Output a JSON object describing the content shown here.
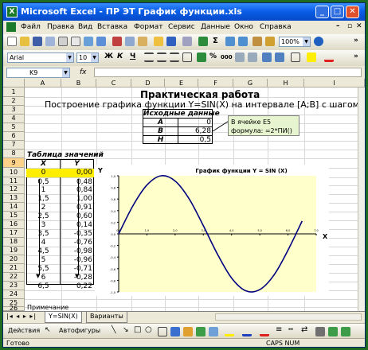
{
  "window": {
    "title": "Microsoft Excel - ПР ЭТ График функции.xls",
    "app_icon": "excel-icon"
  },
  "menu": [
    "Файл",
    "Правка",
    "Вид",
    "Вставка",
    "Формат",
    "Сервис",
    "Данные",
    "Окно",
    "Справка"
  ],
  "toolbar": {
    "zoom": "100%",
    "font": "Arial",
    "font_size": "10",
    "bold": "Ж",
    "italic": "К",
    "underline": "Ч",
    "percent": "%",
    "thousands": "000"
  },
  "formula_bar": {
    "name_box": "K9",
    "fx": "fx",
    "value": ""
  },
  "columns": [
    "A",
    "B",
    "C",
    "D",
    "E",
    "F",
    "G",
    "H",
    "I"
  ],
  "rows": [
    "1",
    "2",
    "3",
    "4",
    "5",
    "6",
    "7",
    "8",
    "9",
    "10",
    "11",
    "12",
    "13",
    "14",
    "15",
    "16",
    "17",
    "18",
    "19",
    "20",
    "21",
    "22",
    "23",
    "24",
    "25",
    "26"
  ],
  "sheet": {
    "title": "Практическая работа",
    "subtitle": "Построение графика функции Y=SIN(X) на интервале [A;B] с шагом H",
    "input_header": "Исходные данные",
    "inputs": [
      {
        "label": "A",
        "value": "0"
      },
      {
        "label": "B",
        "value": "6,28"
      },
      {
        "label": "H",
        "value": "0,5"
      }
    ],
    "callout": "В ячейке E5 формула: =2*ПИ()",
    "values_header": "Таблица значений",
    "col_x": "X",
    "col_y": "Y",
    "x_values": [
      "0",
      "0,5",
      "1",
      "1,5",
      "2",
      "2,5",
      "3",
      "3,5",
      "4",
      "4,5",
      "5",
      "5,5",
      "6",
      "6,5"
    ],
    "y_values": [
      "0,00",
      "0,48",
      "0,84",
      "1,00",
      "0,91",
      "0,60",
      "0,14",
      "-0,35",
      "-0,76",
      "-0,98",
      "-0,96",
      "-0,71",
      "-0,28",
      "0,22"
    ],
    "row26_text": "Примечание"
  },
  "chart_data": {
    "type": "line",
    "title": "График функции Y = SIN (X)",
    "xlabel": "X",
    "ylabel": "Y",
    "x": [
      0,
      0.5,
      1,
      1.5,
      2,
      2.5,
      3,
      3.5,
      4,
      4.5,
      5,
      5.5,
      6,
      6.5
    ],
    "series": [
      {
        "values": [
          0.0,
          0.48,
          0.84,
          1.0,
          0.91,
          0.6,
          0.14,
          -0.35,
          -0.76,
          -0.98,
          -0.96,
          -0.71,
          -0.28,
          0.22
        ]
      }
    ],
    "y_ticks": [
      "1,0",
      "0,8",
      "0,6",
      "0,4",
      "0,2",
      "0,0",
      "-0,2",
      "-0,4",
      "-0,6",
      "-0,8",
      "-1,0"
    ],
    "x_ticks": [
      "0,0",
      "1,0",
      "2,0",
      "3,0",
      "4,0",
      "5,0",
      "6,0",
      "7,0"
    ],
    "xlim": [
      0,
      7
    ],
    "ylim": [
      -1,
      1
    ],
    "plot_color": "#ffffcc",
    "line_color": "#000080"
  },
  "tabs": [
    "Y=SIN(X)",
    "Варианты"
  ],
  "drawbar": {
    "actions": "Действия",
    "autoshapes": "Автофигуры"
  },
  "status": {
    "left": "Готово",
    "right": "CAPS NUM"
  }
}
